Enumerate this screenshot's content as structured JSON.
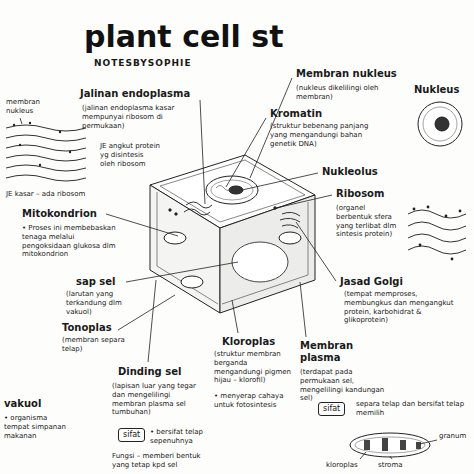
{
  "diagram": {
    "title": "plant cell st",
    "nodes": [
      {
        "text": [
          "sifat"
        ]
      },
      {
        "text": [
          "sifat"
        ]
      }
    ],
    "labels": [
      "NOTESBYSOPHIE",
      "membran nukleus",
      "Jalinan endoplasma",
      "(jalinan endoplasma kasar mempunyai ribosom di permukaan)",
      "JE angkut protein yg disintesis oleh ribosom",
      "JE kasar – ada ribosom",
      "Mitokondrion",
      "• Proses ini membebaskan tenaga melalui pengoksidaan glukosa dlm mitokondrion",
      "sap sel",
      "(larutan yang terkandung dlm vakuol)",
      "Tonoplas",
      "(membran separa telap)",
      "vakuol",
      "• organisma tempat simpanan makanan",
      "Dinding sel",
      "(lapisan luar yang tegar dan mengelilingi membran plasma sel tumbuhan)",
      "• bersifat telap sepenuhnya",
      "Fungsi – memberi bentuk yang tetap kpd sel",
      "Kloroplas",
      "(struktur membran berganda mengandungi pigmen hijau – klorofil)",
      "• menyerap cahaya untuk fotosintesis",
      "Membran plasma",
      "(terdapat pada permukaan sel, mengelilingi kandungan sel)",
      "separa telap dan bersifat telap memilih",
      "kloroplas",
      "stroma",
      "granum",
      "Jasad Golgi",
      "(tempat memproses, membungkus dan mengangkut protein, karbohidrat & glikoprotein)",
      "Ribosom",
      "(organel berbentuk sfera yang terlibat dlm sintesis protein)",
      "Nukleolus",
      "Kromatin",
      "(struktur bebenang panjang yang mengandungi bahan genetik DNA)",
      "Membran nukleus",
      "(nukleus dikelilingi oleh membran)",
      "Nukleus"
    ]
  }
}
